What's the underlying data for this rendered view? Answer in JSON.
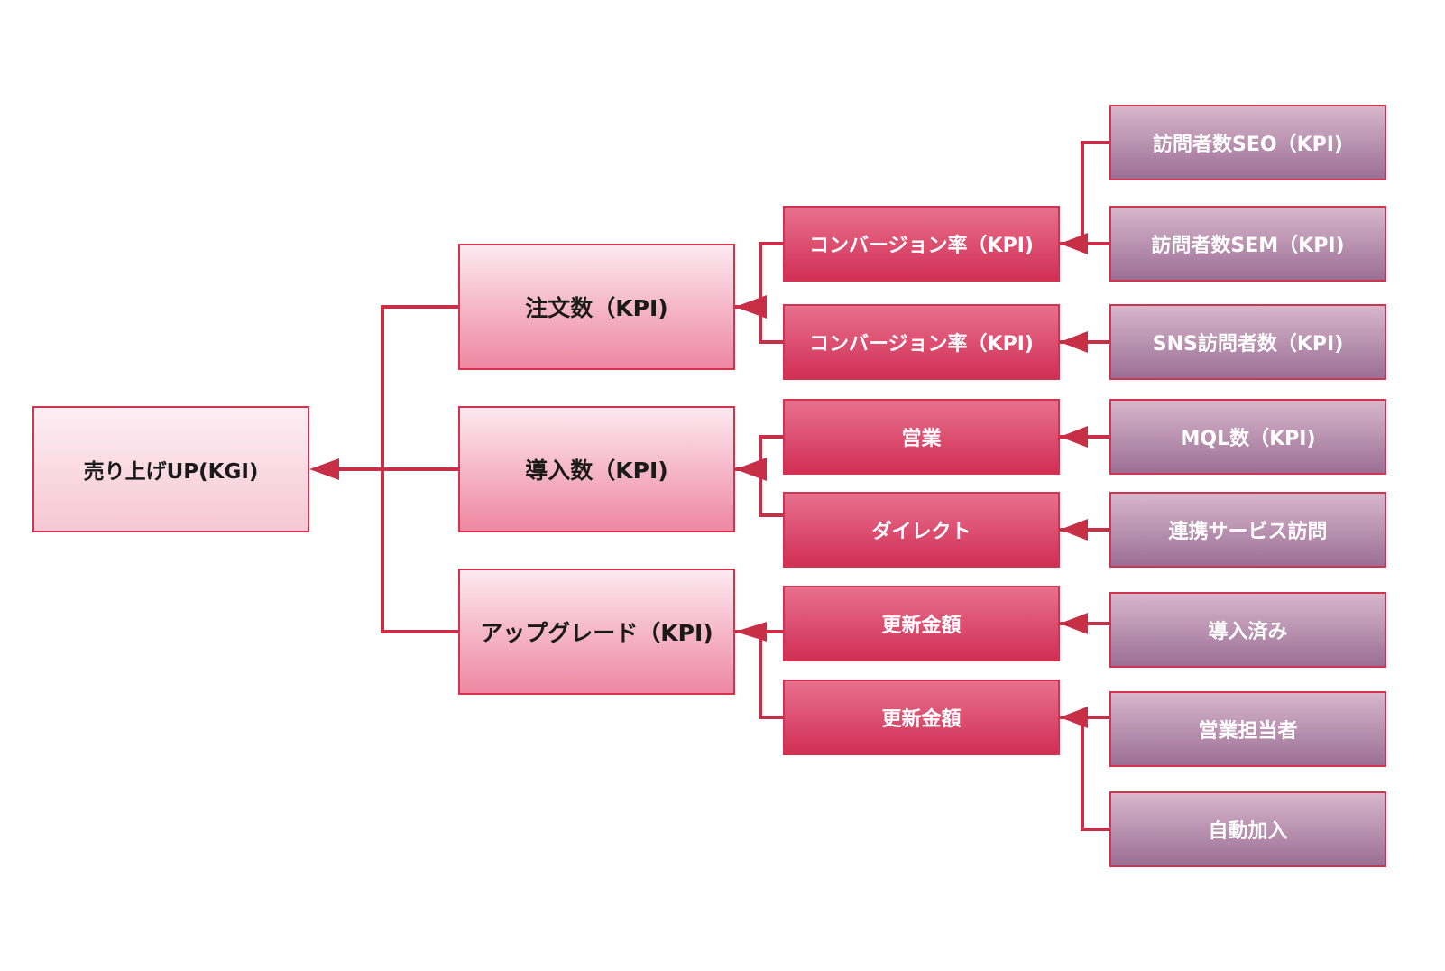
{
  "colors": {
    "line": "#c62f46",
    "border": "#d0344e"
  },
  "root": {
    "label": "売り上げUP(KGI)"
  },
  "kpis": [
    {
      "label": "注文数（KPI)",
      "drivers": [
        {
          "label": "コンバージョン率（KPI)",
          "sources": [
            "訪問者数SEO（KPI)",
            "訪問者数SEM（KPI)"
          ]
        },
        {
          "label": "コンバージョン率（KPI)",
          "sources": [
            "SNS訪問者数（KPI)"
          ]
        }
      ]
    },
    {
      "label": "導入数（KPI)",
      "drivers": [
        {
          "label": "営業",
          "sources": [
            "MQL数（KPI)"
          ]
        },
        {
          "label": "ダイレクト",
          "sources": [
            "連携サービス訪問"
          ]
        }
      ]
    },
    {
      "label": "アップグレード（KPI)",
      "drivers": [
        {
          "label": "更新金額",
          "sources": [
            "導入済み"
          ]
        },
        {
          "label": "更新金額",
          "sources": [
            "営業担当者",
            "自動加入"
          ]
        }
      ]
    }
  ]
}
